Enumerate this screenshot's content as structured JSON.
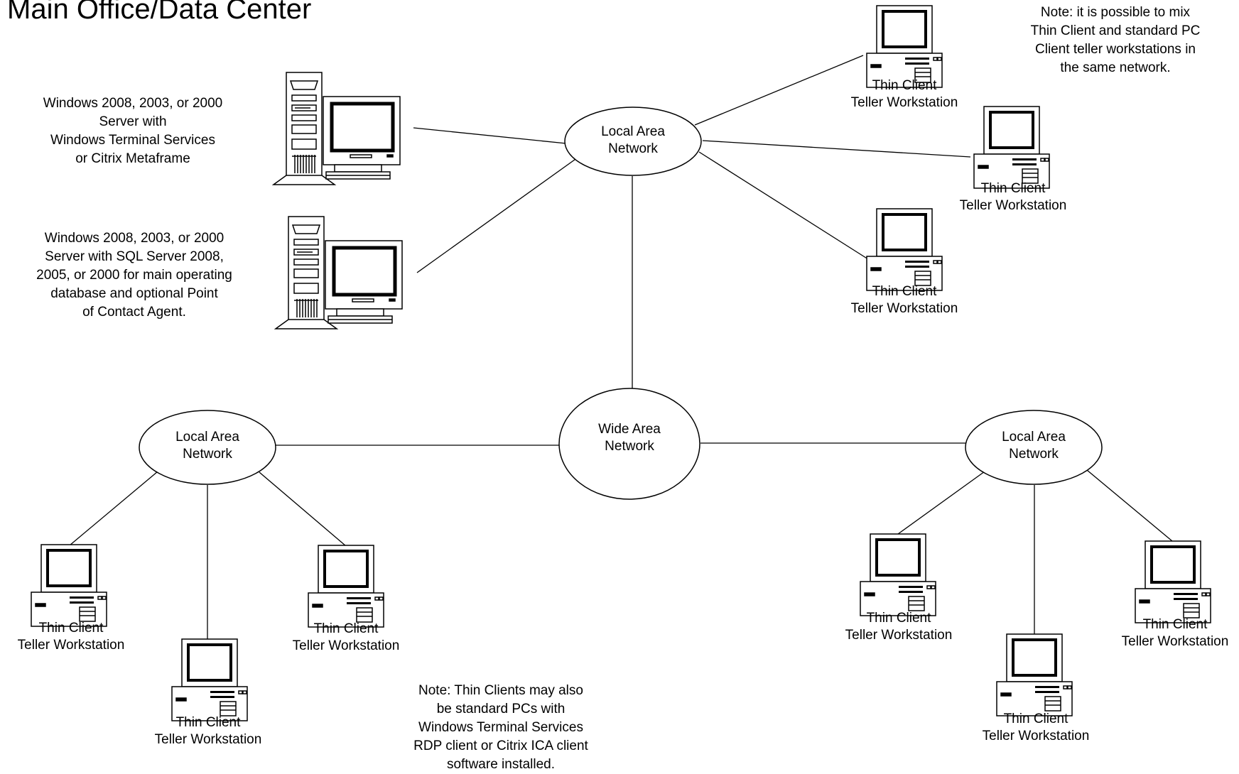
{
  "title": "Main Office/Data Center",
  "networks": {
    "lan_main": [
      "Local Area",
      "Network"
    ],
    "wan": [
      "Wide Area",
      "Network"
    ],
    "lan_left": [
      "Local Area",
      "Network"
    ],
    "lan_right": [
      "Local Area",
      "Network"
    ]
  },
  "servers": {
    "terminal_server_desc": [
      "Windows 2008, 2003, or 2000",
      "Server with",
      "Windows Terminal Services",
      "or Citrix Metaframe"
    ],
    "sql_server_desc": [
      "Windows 2008, 2003, or 2000",
      "Server with SQL Server 2008,",
      "2005, or 2000 for main operating",
      "database and optional Point",
      "of  Contact Agent."
    ]
  },
  "workstation_label": [
    "Thin Client",
    "Teller Workstation"
  ],
  "notes": {
    "mix_note": [
      "Note: it is possible to mix",
      "Thin Client and standard PC",
      "Client teller workstations in",
      "the same network."
    ],
    "thin_client_note": [
      "Note: Thin Clients may also",
      "be standard PCs with",
      "Windows Terminal Services",
      "RDP client or Citrix ICA client",
      "software installed."
    ]
  },
  "icons": {
    "server": "server-tower-with-monitor-icon",
    "workstation": "thin-client-workstation-icon"
  },
  "colors": {
    "line": "#000000",
    "background": "#ffffff"
  }
}
